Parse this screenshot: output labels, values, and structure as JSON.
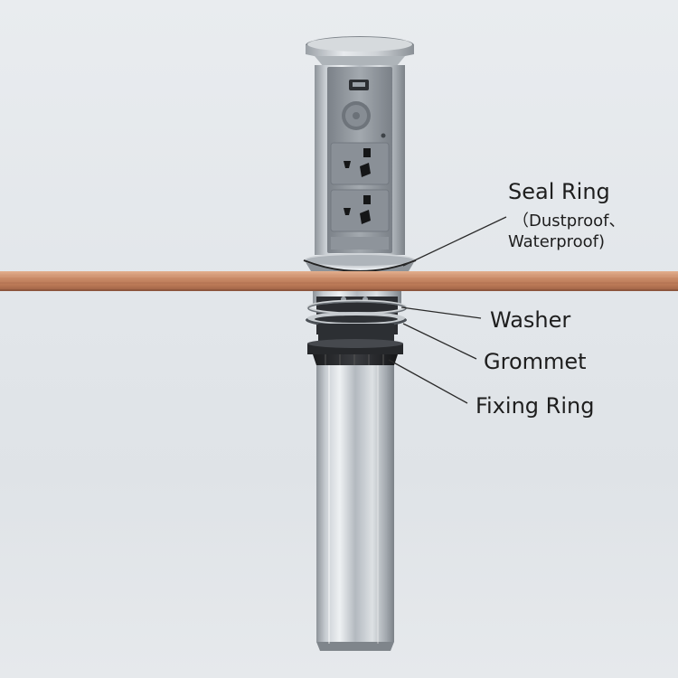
{
  "labels": {
    "seal_ring": "Seal Ring",
    "seal_ring_note_line1": "（Dustproof、",
    "seal_ring_note_line2": "Waterproof)",
    "washer": "Washer",
    "grommet": "Grommet",
    "fixing_ring": "Fixing Ring"
  },
  "colors": {
    "background": "#e4e7eb",
    "aluminum": "#b9bec3",
    "faceplate": "#8f959c",
    "countertop": "#c88a6a",
    "callout_line": "#2a2a2a",
    "label_text": "#1e1e1e"
  },
  "icons": [
    "usb-port-icon",
    "speaker-icon",
    "universal-outlet-icon",
    "universal-outlet-icon"
  ]
}
